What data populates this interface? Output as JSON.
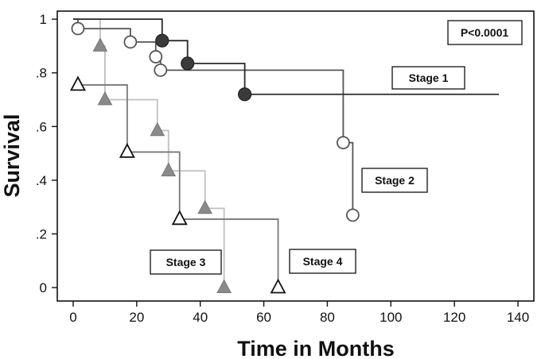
{
  "chart_data": {
    "type": "line",
    "title": "",
    "xlabel": "Time in Months",
    "ylabel": "Survival",
    "xlim": [
      -5,
      145
    ],
    "ylim": [
      -0.05,
      1.03
    ],
    "xticks": [
      0,
      20,
      40,
      60,
      80,
      100,
      120,
      140
    ],
    "xtick_labels": [
      "0",
      "20",
      "40",
      "60",
      "80",
      "100",
      "120",
      "140"
    ],
    "yticks": [
      0,
      0.2,
      0.4,
      0.6,
      0.8,
      1.0
    ],
    "ytick_labels": [
      "0",
      ".2",
      ".4",
      ".6",
      ".8",
      "1"
    ],
    "grid": false,
    "annotation": "P<0.0001",
    "series": [
      {
        "name": "Stage 1",
        "line_color": "#2a2a2a",
        "marker": "filled-circle",
        "marker_color": "#3a3a3a",
        "steps": [
          [
            0,
            1.0
          ],
          [
            28,
            0.92
          ],
          [
            36,
            0.835
          ],
          [
            54,
            0.72
          ],
          [
            134,
            0.72
          ]
        ],
        "markers": [
          [
            28,
            0.92
          ],
          [
            36,
            0.835
          ],
          [
            54,
            0.72
          ]
        ]
      },
      {
        "name": "Stage 2",
        "line_color": "#555555",
        "marker": "open-circle",
        "marker_color": "#555555",
        "steps": [
          [
            0,
            1.0
          ],
          [
            1.5,
            0.965
          ],
          [
            18,
            0.915
          ],
          [
            26,
            0.86
          ],
          [
            27.5,
            0.81
          ],
          [
            85,
            0.54
          ],
          [
            88,
            0.27
          ]
        ],
        "markers": [
          [
            1.5,
            0.965
          ],
          [
            18,
            0.915
          ],
          [
            26,
            0.86
          ],
          [
            27.5,
            0.81
          ],
          [
            85,
            0.54
          ],
          [
            88,
            0.27
          ]
        ]
      },
      {
        "name": "Stage 3",
        "line_color": "#c0c0c0",
        "marker": "filled-triangle",
        "marker_color": "#8a8a8a",
        "steps": [
          [
            0,
            1.0
          ],
          [
            8.5,
            0.9
          ],
          [
            10,
            0.7
          ],
          [
            26.5,
            0.585
          ],
          [
            30,
            0.435
          ],
          [
            41.5,
            0.295
          ],
          [
            47.5,
            0.0
          ]
        ],
        "markers": [
          [
            8.5,
            0.9
          ],
          [
            10,
            0.7
          ],
          [
            26.5,
            0.585
          ],
          [
            30,
            0.435
          ],
          [
            41.5,
            0.295
          ],
          [
            47.5,
            0.0
          ]
        ]
      },
      {
        "name": "Stage 4",
        "line_color": "#777777",
        "marker": "open-triangle",
        "marker_color": "#111111",
        "steps": [
          [
            1.5,
            0.755
          ],
          [
            17,
            0.505
          ],
          [
            33.5,
            0.255
          ],
          [
            64.5,
            0.0
          ]
        ],
        "markers": [
          [
            1.5,
            0.755
          ],
          [
            17,
            0.505
          ],
          [
            33.5,
            0.255
          ],
          [
            64.5,
            0.0
          ]
        ]
      }
    ]
  }
}
